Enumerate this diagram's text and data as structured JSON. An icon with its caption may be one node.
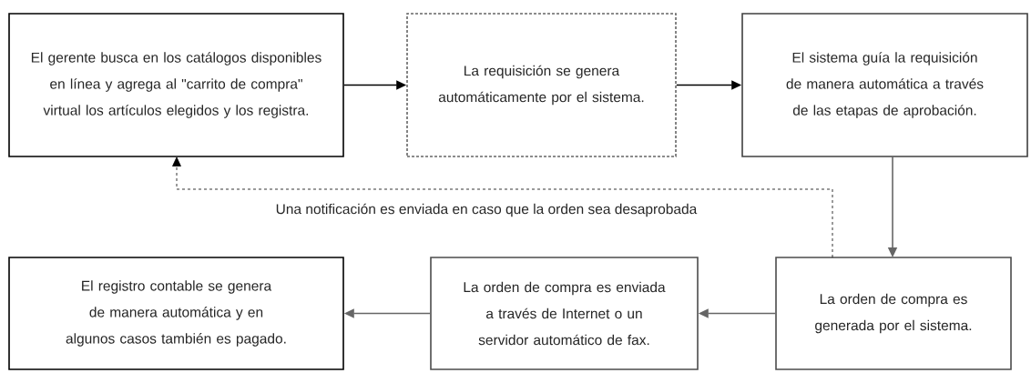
{
  "diagram": {
    "nodes": [
      {
        "text": [
          "El gerente busca en los catálogos disponibles en línea y agrega al \"carrito de compra\" virtual los artículos elegidos y los registra."
        ]
      },
      {
        "text": [
          "La requisición se genera automáticamente por el sistema."
        ]
      },
      {
        "text": [
          "El sistema guía la requisición de manera automática a través de las etapas de aprobación."
        ]
      },
      {
        "text": [
          "La orden de compra es generada por el sistema."
        ]
      },
      {
        "text": [
          "La orden de compra es enviada a través de Internet o un servidor automático de fax."
        ]
      },
      {
        "text": [
          "El registro contable se genera de manera automática y en algunos casos también es pagado."
        ]
      }
    ],
    "edges": [
      {
        "from": 0,
        "to": 1,
        "arrow": "to"
      },
      {
        "from": 1,
        "to": 2,
        "arrow": "to"
      },
      {
        "from": 2,
        "to": 3,
        "arrow": "to",
        "color": "#666666"
      },
      {
        "from": 3,
        "to": 4,
        "arrow": "to",
        "color": "#666666"
      },
      {
        "from": 4,
        "to": 5,
        "arrow": "to",
        "color": "#666666"
      },
      {
        "from": 3,
        "to": 0,
        "arrow": "to",
        "style": "dashed",
        "label": "Una notificación es enviada en caso que la orden sea desaprobada"
      }
    ]
  }
}
